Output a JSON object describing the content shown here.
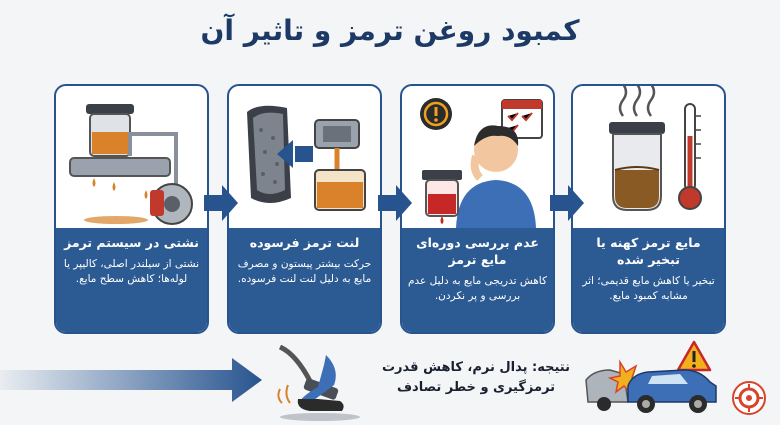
{
  "title": "کمبود روغن ترمز و تاثیر آن",
  "cards": [
    {
      "title": "نشتی در سیستم ترمز",
      "desc": "نشتی از سیلندر اصلی، کالیپر یا لوله‌ها؛ کاهش سطح مایع."
    },
    {
      "title": "لنت ترمز فرسوده",
      "desc": "حرکت بیشتر پیستون و مصرف مایع به دلیل لنت لنت فرسوده."
    },
    {
      "title": "عدم بررسی دوره‌ای مایع ترمز",
      "desc": "کاهش تدریجی مایع به دلیل عدم بررسی و پر نکردن."
    },
    {
      "title": "مایع ترمز کهنه یا تبخیر شده",
      "desc": "تبخیر یا کاهش مایع قدیمی؛ اثر مشابه کمبود مایع."
    }
  ],
  "result": "نتیجه: پدال نرم، کاهش قدرت ترمزگیری و خطر تصادف",
  "icons": {
    "card1": "brake-leak-icon",
    "card2": "brake-pad-icon",
    "card3": "worried-driver-icon",
    "card4": "old-fluid-icon",
    "pedal": "brake-pedal-icon",
    "crash": "car-crash-icon",
    "warning": "warning-icon",
    "logo": "brand-logo-icon"
  },
  "colors": {
    "primary": "#2c5b93",
    "title": "#1d3a66",
    "fluid": "#d9822b",
    "warning": "#d9432b",
    "fluid_red": "#c62828"
  }
}
